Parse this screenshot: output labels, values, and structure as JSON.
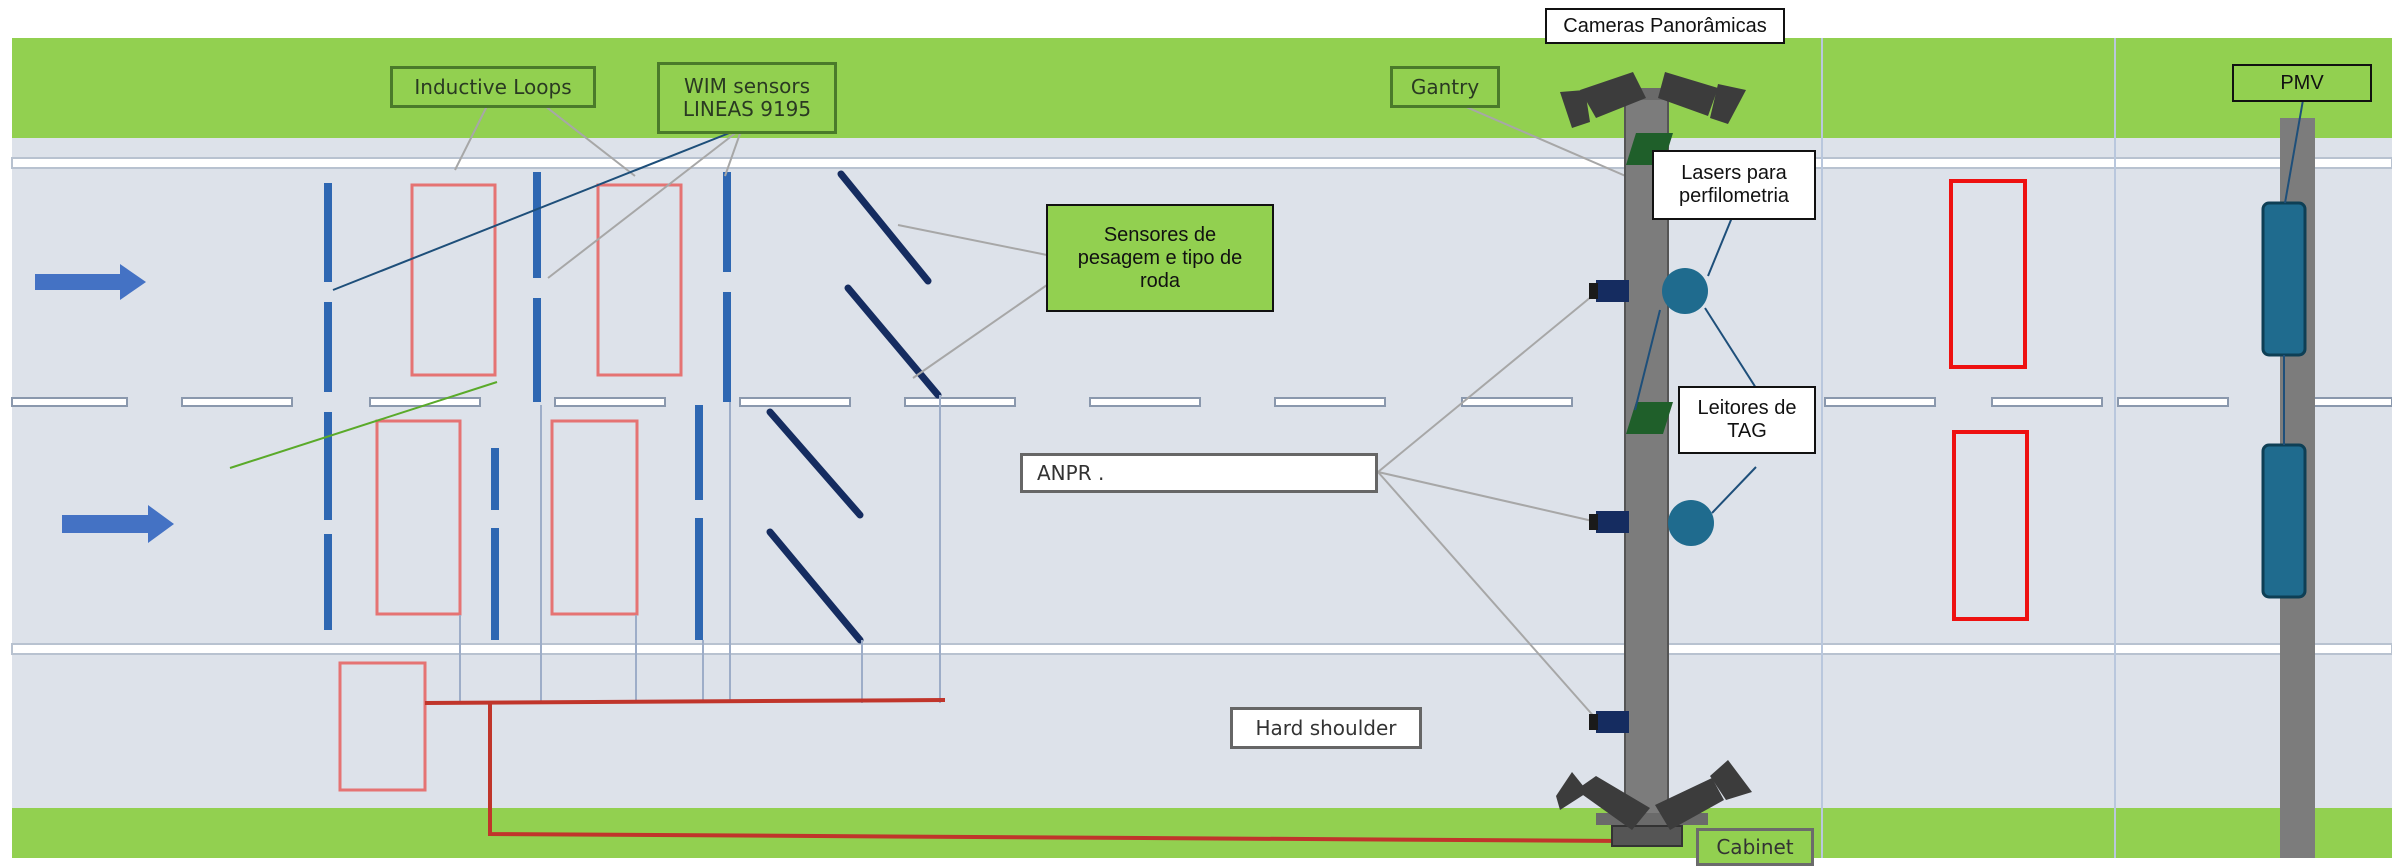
{
  "labels": {
    "cameras": "Cameras Panorâmicas",
    "inductive_loops": "Inductive Loops",
    "wim_sensors_line1": "WIM sensors",
    "wim_sensors_line2": "LINEAS 9195",
    "gantry": "Gantry",
    "pmv": "PMV",
    "lasers": "Lasers para perfilometria",
    "sensores": "Sensores de pesagem e tipo de roda",
    "leitores": "Leitores de TAG",
    "anpr": "ANPR .",
    "hard_shoulder": "Hard shoulder",
    "cabinet": "Cabinet"
  },
  "colors": {
    "verge": "#92d050",
    "road": "#dde2ea",
    "lane_marking": "#ffffff",
    "sensor_blue": "#2e67b2",
    "sensor_navy": "#152c60",
    "loop_red": "#e57373",
    "loop_red_strong": "#ee1111",
    "cable_red": "#c0352b",
    "gantry_gray": "#7c7c7c",
    "tag_reader": "#1f6b8e",
    "laser_green": "#1f5f2a",
    "arrow_blue": "#4472c4"
  }
}
